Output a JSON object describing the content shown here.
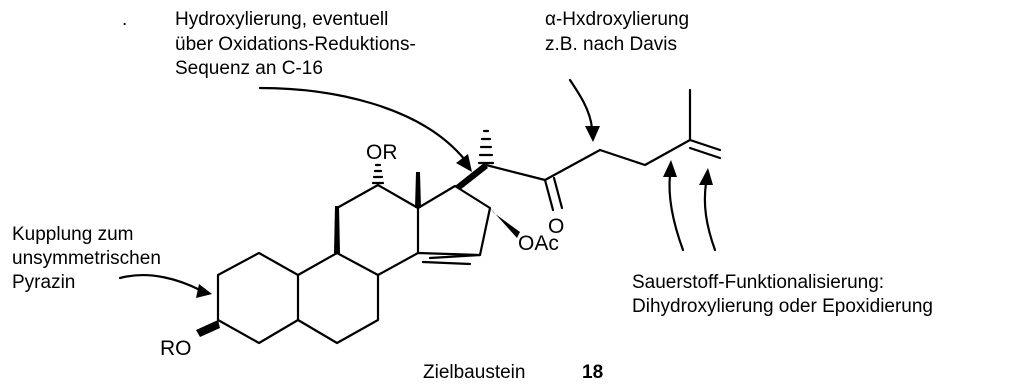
{
  "annotations": {
    "hydroxylation_c16": {
      "line1": "Hydroxylierung, eventuell",
      "line2": "über Oxidations-Reduktions-",
      "line3": "Sequenz an C-16"
    },
    "alpha_hydroxylation": {
      "line1": "α-Hxdroxylierung",
      "line2": "z.B. nach Davis"
    },
    "coupling": {
      "line1": "Kupplung zum",
      "line2": "unsymmetrischen",
      "line3": "Pyrazin"
    },
    "oxygen_functionalization": {
      "line1": "Sauerstoff-Funktionalisierung:",
      "line2": "Dihydroxylierung oder Epoxidierung"
    }
  },
  "atoms": {
    "or_top": "OR",
    "o_ketone": "O",
    "oac": "OAc",
    "ro": "RO"
  },
  "caption": {
    "label": "Zielbaustein",
    "number": "18"
  },
  "stray_mark": "."
}
